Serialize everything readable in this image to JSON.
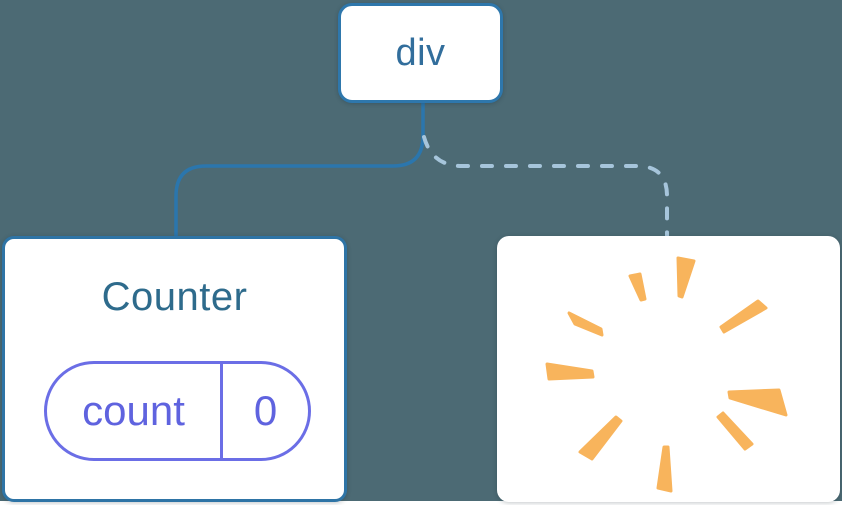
{
  "canvas": {
    "background": "#4C6A74",
    "card_background": "#FFFFFF"
  },
  "colors": {
    "solid_edge": "#2B76AD",
    "dashed_edge": "#A6C5DB",
    "root_border": "#2E77AC",
    "root_text": "#326E9C",
    "card_border": "#2E74A6",
    "title_text": "#2E6B8C",
    "state_border": "#6B6EE6",
    "state_text": "#5F63DF",
    "starburst": "#F8B45C"
  },
  "root_node": {
    "label": "div"
  },
  "edges": [
    {
      "style": "solid",
      "from": "div",
      "to": "Counter"
    },
    {
      "style": "dashed",
      "from": "div",
      "to": "removed-component"
    }
  ],
  "counter_card": {
    "title": "Counter",
    "state_pill": {
      "key": "count",
      "value": "0"
    }
  },
  "removed_card": {
    "icon": "poof-starburst-icon"
  }
}
